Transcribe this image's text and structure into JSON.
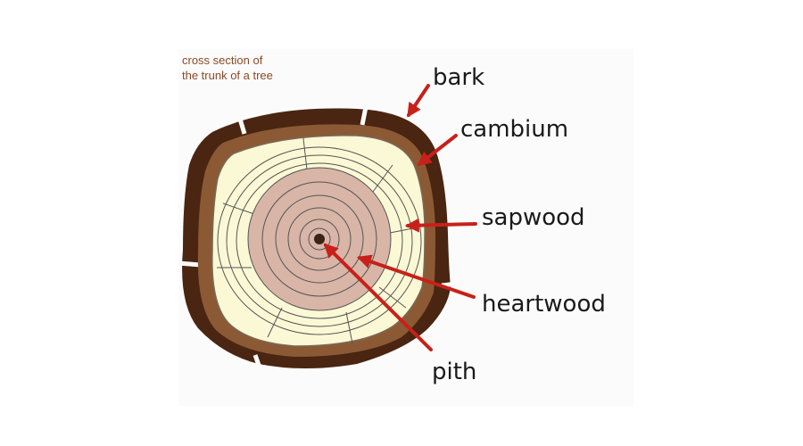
{
  "caption": {
    "line1": "cross section of",
    "line2": "the trunk of a tree"
  },
  "labels": {
    "bark": "bark",
    "cambium": "cambium",
    "sapwood": "sapwood",
    "heartwood": "heartwood",
    "pith": "pith"
  },
  "colors": {
    "bark": "#4a2511",
    "cambium": "#8b5a35",
    "sapwood": "#fbf8d6",
    "heartwood": "#d8b5a6",
    "pith": "#3b2415",
    "ring": "#555555",
    "arrow": "#c8201a",
    "caption": "#8a4a26"
  },
  "structure": {
    "sapwood_rings": 4,
    "heartwood_rings": 5
  }
}
